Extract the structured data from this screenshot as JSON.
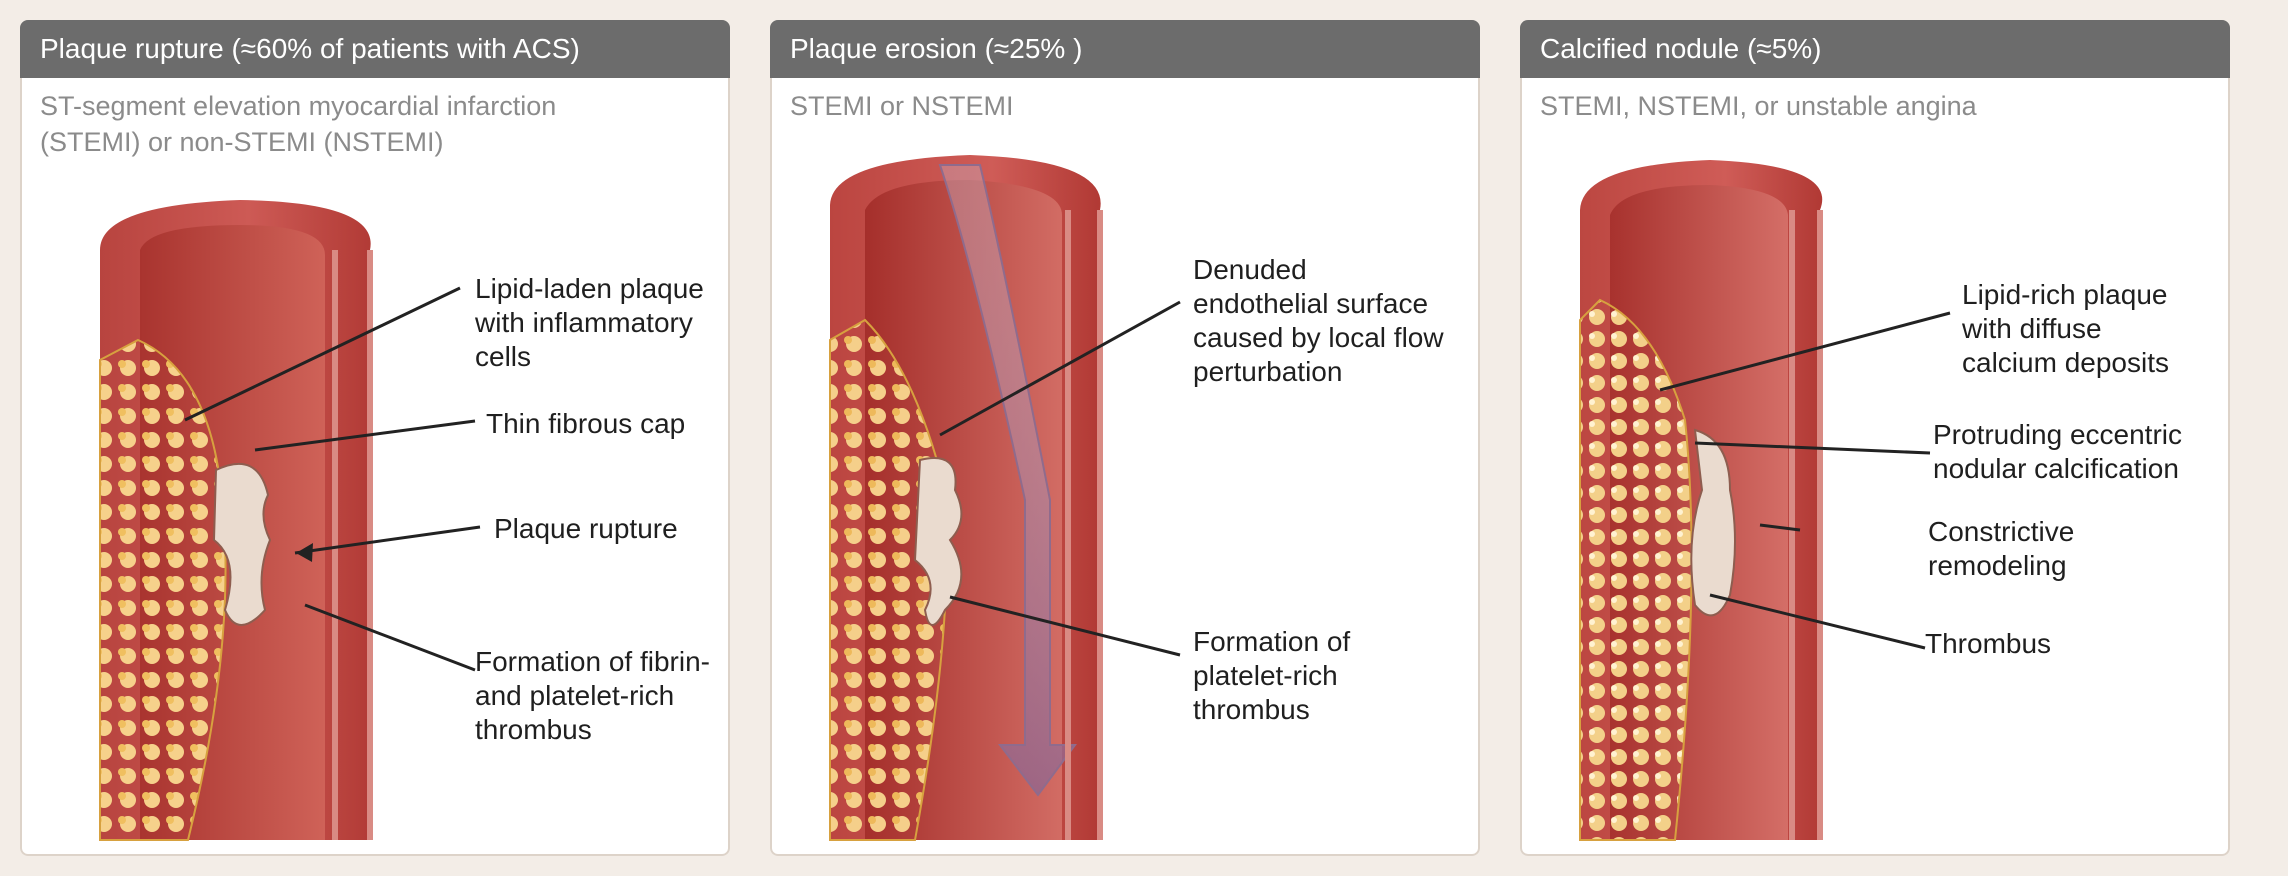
{
  "panels": [
    {
      "title": "Plaque rupture (≈60% of patients with ACS)",
      "subtitle_line1": "ST-segment elevation myocardial infarction",
      "subtitle_line2": "(STEMI) or non-STEMI (NSTEMI)",
      "labels": {
        "lipid_laden_1": "Lipid-laden plaque",
        "lipid_laden_2": "with inflammatory",
        "lipid_laden_3": "cells",
        "thin_cap": "Thin fibrous cap",
        "rupture": "Plaque rupture",
        "formation_1": "Formation of fibrin-",
        "formation_2": "and platelet-rich",
        "formation_3": "thrombus"
      }
    },
    {
      "title": "Plaque erosion (≈25% )",
      "subtitle_line1": "STEMI or NSTEMI",
      "labels": {
        "denuded_1": "Denuded",
        "denuded_2": "endothelial surface",
        "denuded_3": "caused by local flow",
        "denuded_4": "perturbation",
        "formation_1": "Formation of",
        "formation_2": "platelet-rich",
        "formation_3": "thrombus"
      }
    },
    {
      "title": "Calcified nodule (≈5%)",
      "subtitle_line1": "STEMI, NSTEMI, or unstable angina",
      "labels": {
        "lipid_rich_1": "Lipid-rich plaque",
        "lipid_rich_2": "with diffuse",
        "lipid_rich_3": "calcium deposits",
        "protruding_1": "Protruding eccentric",
        "protruding_2": "nodular calcification",
        "constrictive_1": "Constrictive",
        "constrictive_2": "remodeling",
        "thrombus": "Thrombus"
      }
    }
  ],
  "colors": {
    "header_bg": "#6c6c6c",
    "artery_outer": "#b73c36",
    "artery_inner": "#d8645a",
    "plaque": "#f3c76f",
    "thrombus": "#e7d6c5"
  }
}
